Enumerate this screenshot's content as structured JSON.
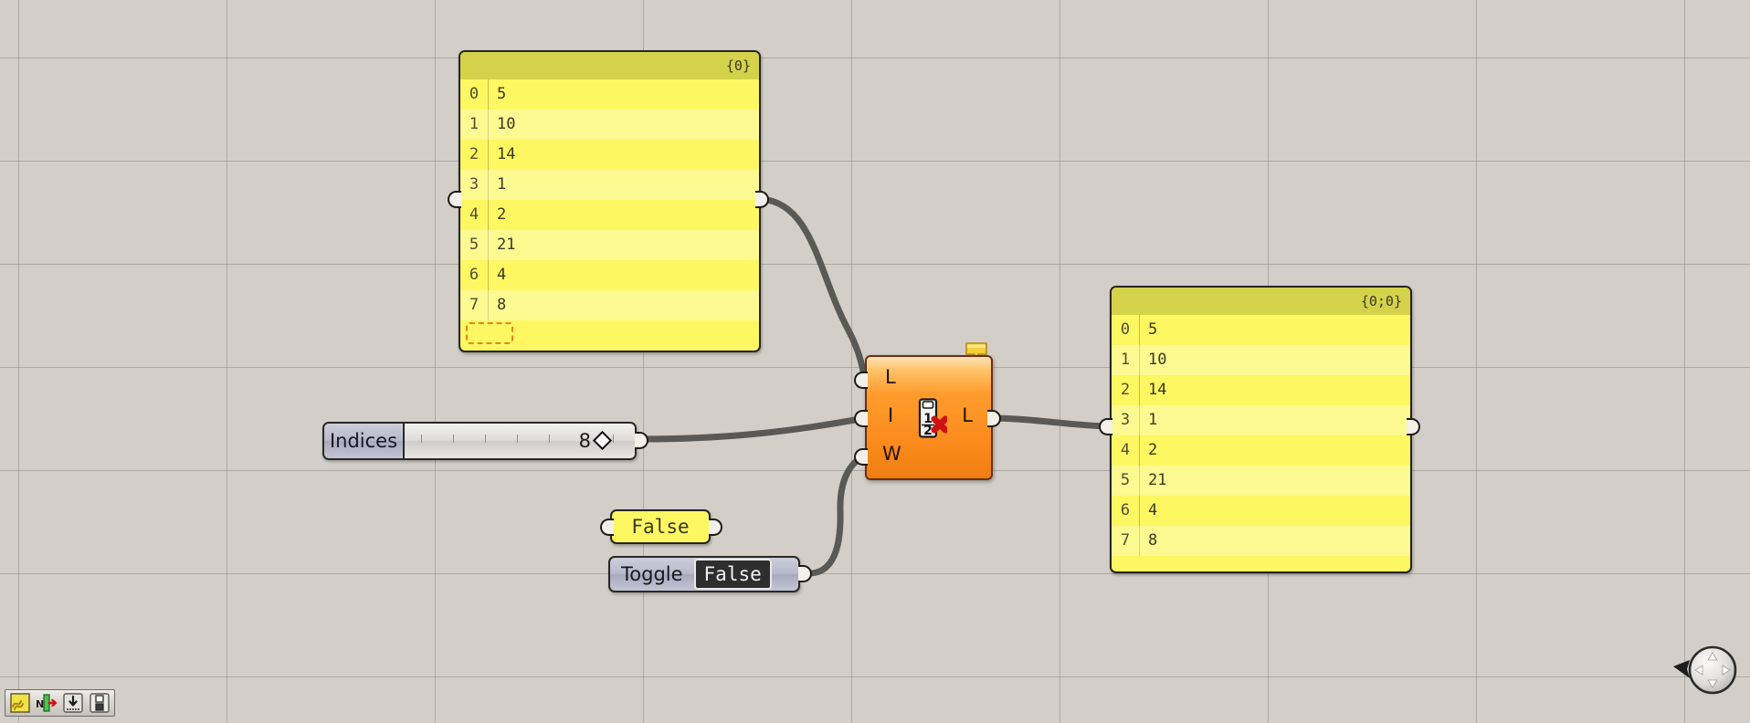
{
  "app": {
    "name": "Grasshopper Canvas",
    "background_color": "#d3cfc8",
    "grid_line_color": "#8c8a82"
  },
  "panels": [
    {
      "id": "input-panel",
      "path_label": "{0}",
      "items": [
        {
          "index": "0",
          "value": "5"
        },
        {
          "index": "1",
          "value": "10"
        },
        {
          "index": "2",
          "value": "14"
        },
        {
          "index": "3",
          "value": "1"
        },
        {
          "index": "4",
          "value": "2"
        },
        {
          "index": "5",
          "value": "21"
        },
        {
          "index": "6",
          "value": "4"
        },
        {
          "index": "7",
          "value": "8"
        }
      ],
      "has_edit_box": true,
      "header_color": "#d4d24b",
      "body_color": "#fdf862"
    },
    {
      "id": "output-panel",
      "path_label": "{0;0}",
      "items": [
        {
          "index": "0",
          "value": "5"
        },
        {
          "index": "1",
          "value": "10"
        },
        {
          "index": "2",
          "value": "14"
        },
        {
          "index": "3",
          "value": "1"
        },
        {
          "index": "4",
          "value": "2"
        },
        {
          "index": "5",
          "value": "21"
        },
        {
          "index": "6",
          "value": "4"
        },
        {
          "index": "7",
          "value": "8"
        }
      ],
      "has_edit_box": false,
      "header_color": "#d4d24b",
      "body_color": "#fdf862"
    }
  ],
  "component": {
    "id": "cull-index",
    "icon_name": "cull-index-icon",
    "icon_numbers": [
      "1",
      "2"
    ],
    "body_color": "#ff9c2e",
    "inputs": [
      {
        "label": "L",
        "name": "list-input"
      },
      {
        "label": "I",
        "name": "indices-input"
      },
      {
        "label": "W",
        "name": "wrap-input"
      }
    ],
    "outputs": [
      {
        "label": "L",
        "name": "list-output"
      }
    ],
    "balloon": {
      "name": "warning-balloon-icon",
      "color": "#f0c020"
    }
  },
  "slider": {
    "name_label": "Indices",
    "value": "8",
    "tick_count": 7,
    "knob_name": "slider-knob"
  },
  "boolean_param": {
    "value": "False"
  },
  "toggle": {
    "name_label": "Toggle",
    "state": "False"
  },
  "statusbar": {
    "buttons": [
      {
        "name": "sketch-tool-icon",
        "title": "Sketch"
      },
      {
        "name": "named-views-icon",
        "title": "Named Views"
      },
      {
        "name": "download-icon",
        "title": "Download"
      },
      {
        "name": "save-icon",
        "title": "Save"
      }
    ]
  },
  "compass": {
    "name": "canvas-navigator",
    "arrow_directions": [
      "up",
      "right",
      "down",
      "left"
    ]
  }
}
